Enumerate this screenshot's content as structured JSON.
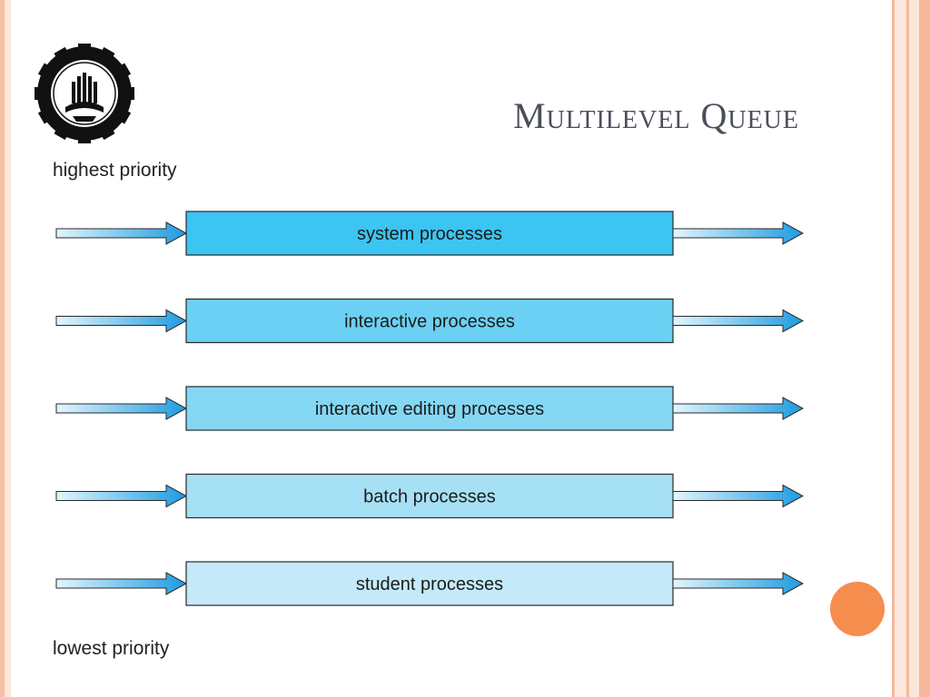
{
  "slide": {
    "title": "Multilevel Queue",
    "highest_label": "highest priority",
    "lowest_label": "lowest priority"
  },
  "queues": [
    {
      "label": "system processes",
      "color": "#3cc4f2"
    },
    {
      "label": "interactive processes",
      "color": "#6bd0f3"
    },
    {
      "label": "interactive editing processes",
      "color": "#84d7f3"
    },
    {
      "label": "batch processes",
      "color": "#a6e0f5"
    },
    {
      "label": "student processes",
      "color": "#c4e9f8"
    }
  ],
  "colors": {
    "arrow_light": "#e3f5fc",
    "arrow_dark": "#1e9be0",
    "accent_orange": "#f58d4f",
    "border_peach": "#f6b89a"
  },
  "icons": {
    "logo": "university-seal-gear-icon"
  }
}
